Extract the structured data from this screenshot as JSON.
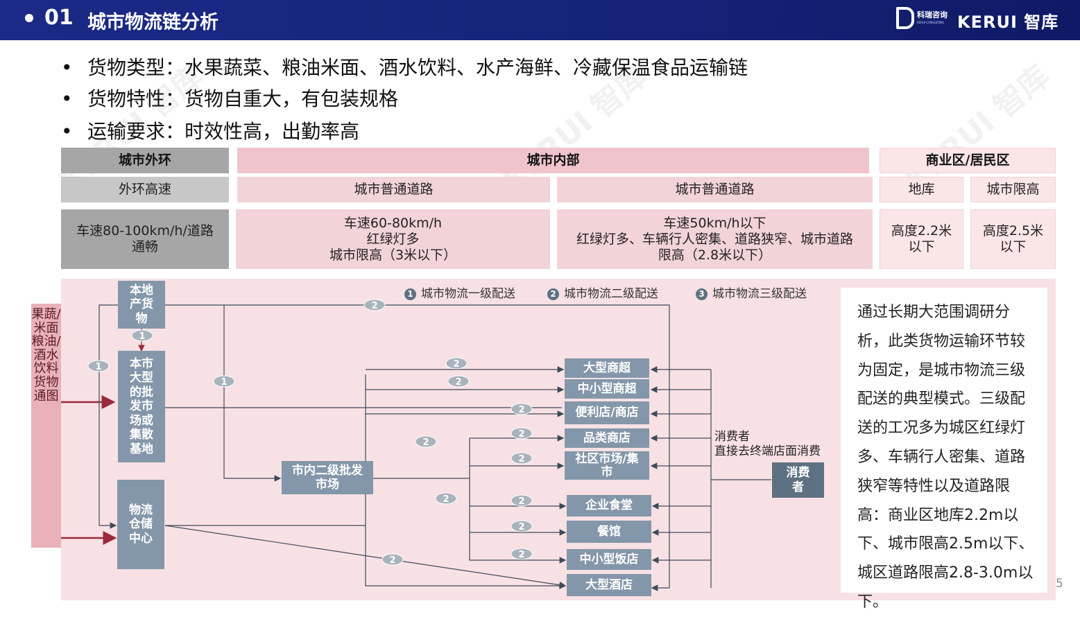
{
  "header": {
    "number": "01",
    "title": "城市物流链分析",
    "logo_cn": "科瑞咨询",
    "logo_en": "KERUI CONSULTING",
    "logo_kerui": "KERUI 智库"
  },
  "watermark": "KERUI 智库",
  "bullets": [
    {
      "label": "货物类型：",
      "text": "水果蔬菜、粮油米面、酒水饮料、水产海鲜、冷藏保温食品运输链"
    },
    {
      "label": "货物特性：",
      "text": "货物自重大，有包装规格"
    },
    {
      "label": "运输要求：",
      "text": "时效性高，出勤率高"
    }
  ],
  "table": {
    "headers": {
      "outer": "城市外环",
      "inner": "城市内部",
      "biz": "商业区/居民区"
    },
    "roads": {
      "outer": "外环高速",
      "inner1": "城市普通道路",
      "inner2": "城市普通道路",
      "biz1": "地库",
      "biz2": "城市限高"
    },
    "details": {
      "outer": "车速80-100km/h/道路通畅",
      "inner1": [
        "车速60-80km/h",
        "红绿灯多",
        "城市限高（3米以下）"
      ],
      "inner2": [
        "车速50km/h以下",
        "红绿灯多、车辆行人密集、道路狭窄、城市道路",
        "限高（2.8米以下）"
      ],
      "biz1": [
        "高度2.2米",
        "以下"
      ],
      "biz2": [
        "高度2.5米",
        "以下"
      ]
    }
  },
  "diagram": {
    "vertical_label": "果蔬/米面粮油/酒水饮料货物通图",
    "legend": [
      {
        "num": "1",
        "label": "城市物流一级配送"
      },
      {
        "num": "2",
        "label": "城市物流二级配送"
      },
      {
        "num": "3",
        "label": "城市物流三级配送"
      }
    ],
    "nodes": {
      "local": "本地产货物",
      "wholesale": "本市大型的批发市场或集散基地",
      "warehouse": "物流仓储中心",
      "secondary": "市内二级批发市场",
      "consumer": "消费者"
    },
    "destinations": [
      "大型商超",
      "中小型商超",
      "便利店/商店",
      "品类商店",
      "社区市场/集市",
      "企业食堂",
      "餐馆",
      "中小型饭店",
      "大型酒店"
    ],
    "consumer_note": [
      "消费者",
      "直接去终端店面消费"
    ]
  },
  "side_text": "通过长期大范围调研分析，此类货物运输环节较为固定，是城市物流三级配送的典型模式。三级配送的工况多为城区红绿灯多、车辆行人密集、道路狭窄等特性以及道路限高：商业区地库2.2m以下、城市限高2.5m以下、城区道路限高2.8-3.0m以下。",
  "page_number": "5",
  "colors": {
    "header_bg": "#16237a",
    "node": "#8496a9",
    "node_dark": "#5e7182",
    "arrow_red": "#9a2a39",
    "panel_pink": "#f7e1e4"
  }
}
